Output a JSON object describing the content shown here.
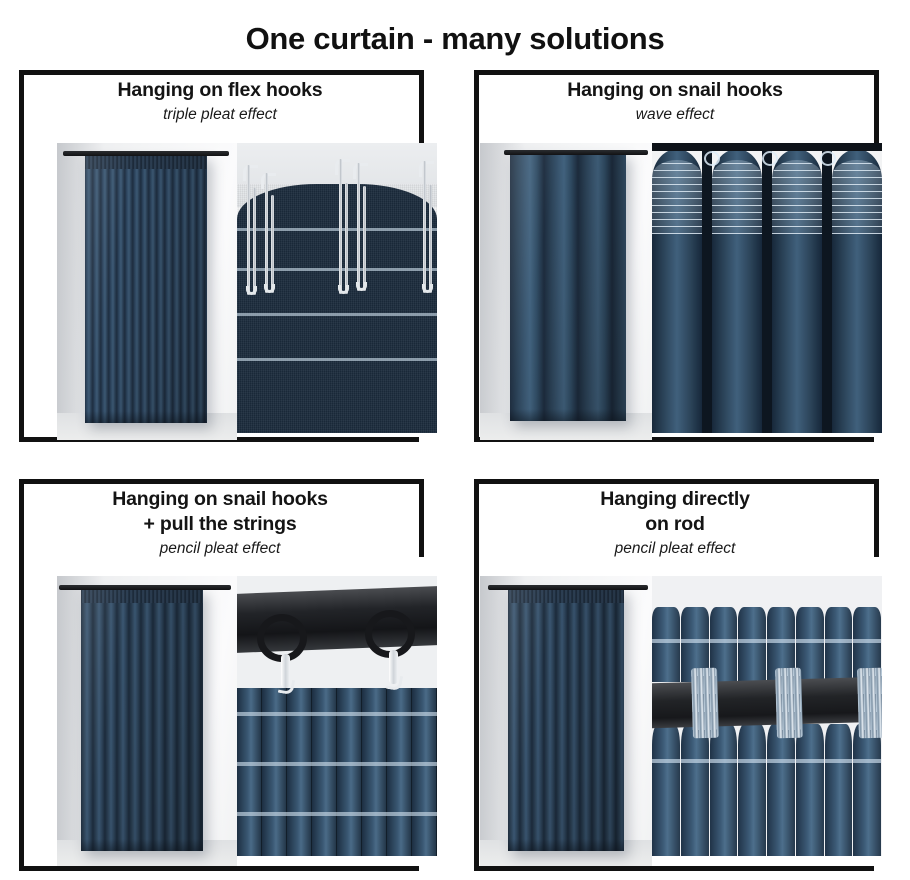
{
  "title": "One curtain - many solutions",
  "panels": [
    {
      "id": "flex-hooks",
      "title": "Hanging on flex hooks",
      "subtitle": "triple pleat effect",
      "photo_left_alt": "navy curtain hanging in triple pleats on a wall",
      "photo_right_alt": "close-up of metal flex hooks inserted in curtain tape"
    },
    {
      "id": "snail-hooks",
      "title": "Hanging on snail hooks",
      "subtitle": "wave effect",
      "photo_left_alt": "navy curtain hanging in smooth wave folds",
      "photo_right_alt": "close-up of wave folds held by snail hooks on tape"
    },
    {
      "id": "snail-hooks-strings",
      "title": "Hanging on snail hooks\n+ pull the strings",
      "subtitle": "pencil pleat effect",
      "photo_left_alt": "navy curtain gathered into dense pencil pleats",
      "photo_right_alt": "close-up of black rod with black rings and white snail hooks"
    },
    {
      "id": "directly-on-rod",
      "title": "Hanging directly\non rod",
      "subtitle": "pencil pleat effect",
      "photo_left_alt": "navy curtain threaded on a rod in pencil pleats",
      "photo_right_alt": "close-up of curtain tape threaded directly over the black rod"
    }
  ],
  "colors": {
    "background": "#ffffff",
    "text": "#111111",
    "frame": "#111111",
    "curtain_navy": "#2c4055",
    "curtain_dark": "#1b2b3c",
    "rod_black": "#17181b",
    "wall_gray": "#eceef0"
  }
}
